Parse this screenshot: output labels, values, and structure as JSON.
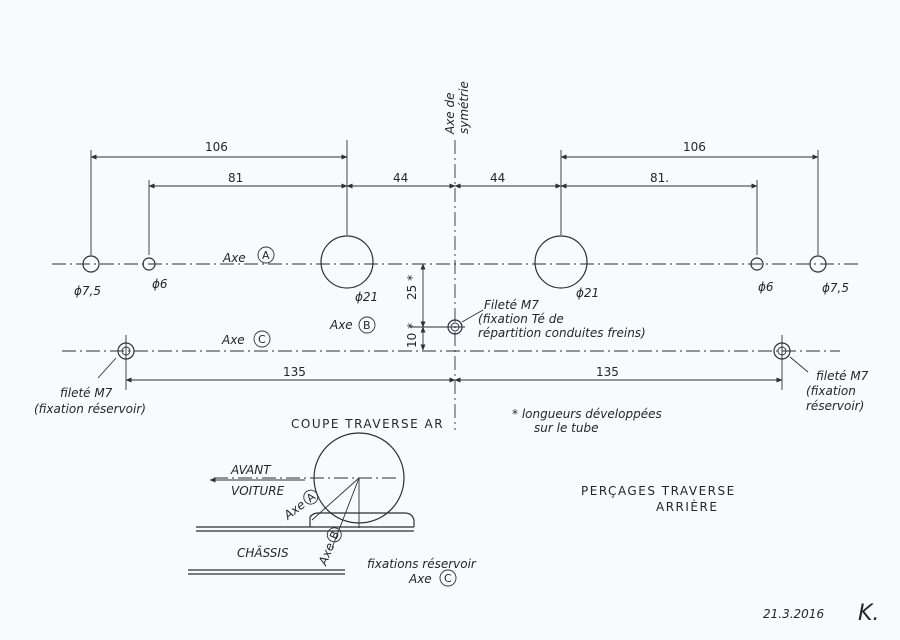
{
  "dims": {
    "d106_left": "106",
    "d81_left": "81",
    "d44_left": "44",
    "d44_right": "44",
    "d81_right": "81.",
    "d106_right": "106",
    "d135_left": "135",
    "d135_right": "135",
    "d25": "25 *",
    "d10": "10 *"
  },
  "labels": {
    "axe_symetrie_1": "Axe de",
    "axe_symetrie_2": "symétrie",
    "axe_a_prefix": "Axe",
    "axe_a": "A",
    "axe_b_prefix": "Axe",
    "axe_b": "B",
    "axe_c_prefix": "Axe",
    "axe_c": "C",
    "phi_7_5_left": "ϕ7,5",
    "phi_6_left": "ϕ6",
    "phi_21_left": "ϕ21",
    "phi_21_right": "ϕ21",
    "phi_6_right": "ϕ6",
    "phi_7_5_right": "ϕ7,5",
    "filete_t_1": "Fileté M7",
    "filete_t_2": "(fixation Té de",
    "filete_t_3": "répartition conduites freins)",
    "filete_left_1": "fileté M7",
    "filete_left_2": "(fixation réservoir)",
    "filete_right_1": "fileté M7",
    "filete_right_2": "(fixation",
    "filete_right_3": "réservoir)",
    "note_1": "* longueurs développées",
    "note_2": "sur le tube",
    "coupe": "COUPE TRAVERSE AR",
    "avant_1": "AVANT",
    "avant_2": "VOITURE",
    "section_axe_a_prefix": "Axe",
    "section_axe_a": "A",
    "section_axe_b_prefix": "Axe",
    "section_axe_b": "B",
    "chassis": "CHÂSSIS",
    "fixations_1": "fixations réservoir",
    "fixations_axe_prefix": "Axe",
    "fixations_axe": "C",
    "title_1": "PERÇAGES TRAVERSE",
    "title_2": "ARRIÈRE",
    "date": "21.3.2016",
    "signature": "K."
  },
  "colors": {
    "ink": "#2b2f3a",
    "paper": "#f9fafc"
  }
}
